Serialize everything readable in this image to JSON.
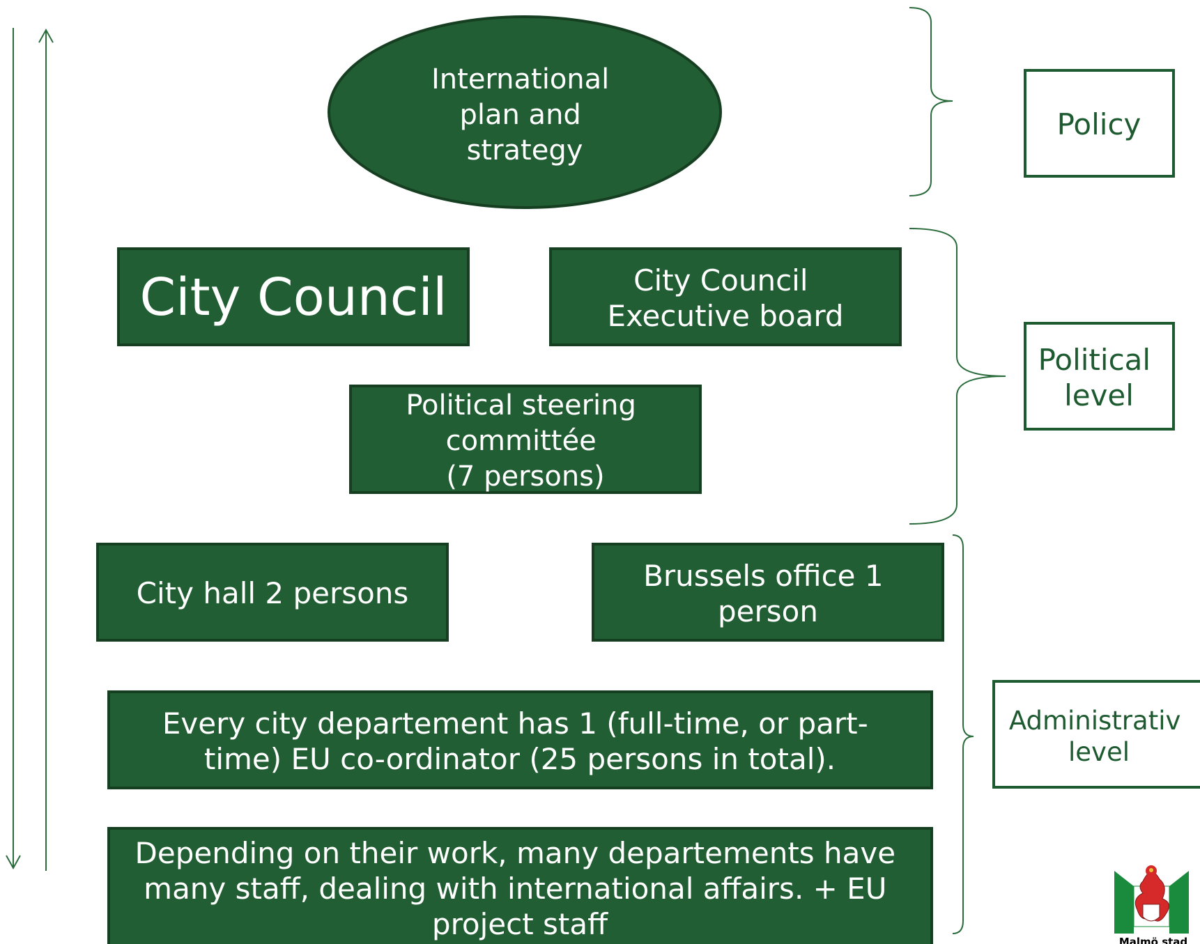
{
  "colors": {
    "node_fill": "#225e33",
    "node_border": "#163f22",
    "line": "#2a6b3c",
    "label_border": "#1e5a30",
    "logo_green": "#1a8a3c",
    "logo_red": "#d62a2a"
  },
  "nodes": {
    "plan": [
      "International",
      "plan and",
      "strategy"
    ],
    "city_council": [
      "City Council"
    ],
    "executive_board": [
      "City Council",
      "Executive board"
    ],
    "steering_committee": [
      "Political steering",
      "committée",
      "(7 persons)"
    ],
    "city_hall": [
      "City hall 2 persons"
    ],
    "brussels_office": [
      "Brussels office 1",
      "person"
    ],
    "eu_coordinators": [
      "Every city departement has 1 (full-time, or part-",
      "time) EU co-ordinator (25 persons in total)."
    ],
    "department_staff": [
      "Depending on their work, many departements have",
      "many staff, dealing with international affairs. + EU",
      "project staff"
    ]
  },
  "levels": {
    "policy": [
      "Policy"
    ],
    "political": [
      "Political",
      "level"
    ],
    "administrative": [
      "Administrativ",
      "level"
    ]
  },
  "logo": {
    "caption": "Malmö stad",
    "icon": "malmo-coat-of-arms-icon"
  }
}
